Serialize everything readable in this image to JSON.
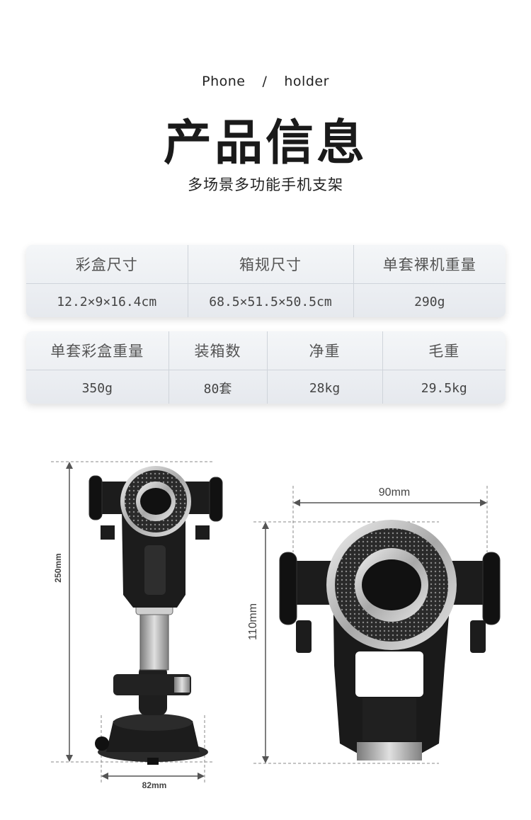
{
  "header": {
    "subtitle_word1": "Phone",
    "subtitle_slash": "/",
    "subtitle_word2": "holder",
    "title": "产品信息",
    "tagline": "多场景多功能手机支架"
  },
  "specs": {
    "table1": {
      "headers": [
        "彩盒尺寸",
        "箱规尺寸",
        "单套裸机重量"
      ],
      "values": [
        "12.2×9×16.4cm",
        "68.5×51.5×50.5cm",
        "290g"
      ]
    },
    "table2": {
      "headers": [
        "单套彩盒重量",
        "装箱数",
        "净重",
        "毛重"
      ],
      "values": [
        "350g",
        "80套",
        "28kg",
        "29.5kg"
      ]
    }
  },
  "dimensions": {
    "full_height": "250mm",
    "base_width": "82mm",
    "head_width": "90mm",
    "head_height": "110mm"
  },
  "colors": {
    "holder_body": "#1c1c1c",
    "silver_ring": "#cfcfcf",
    "card_top": "#f4f6f8",
    "card_bottom": "#e6e9ee"
  }
}
